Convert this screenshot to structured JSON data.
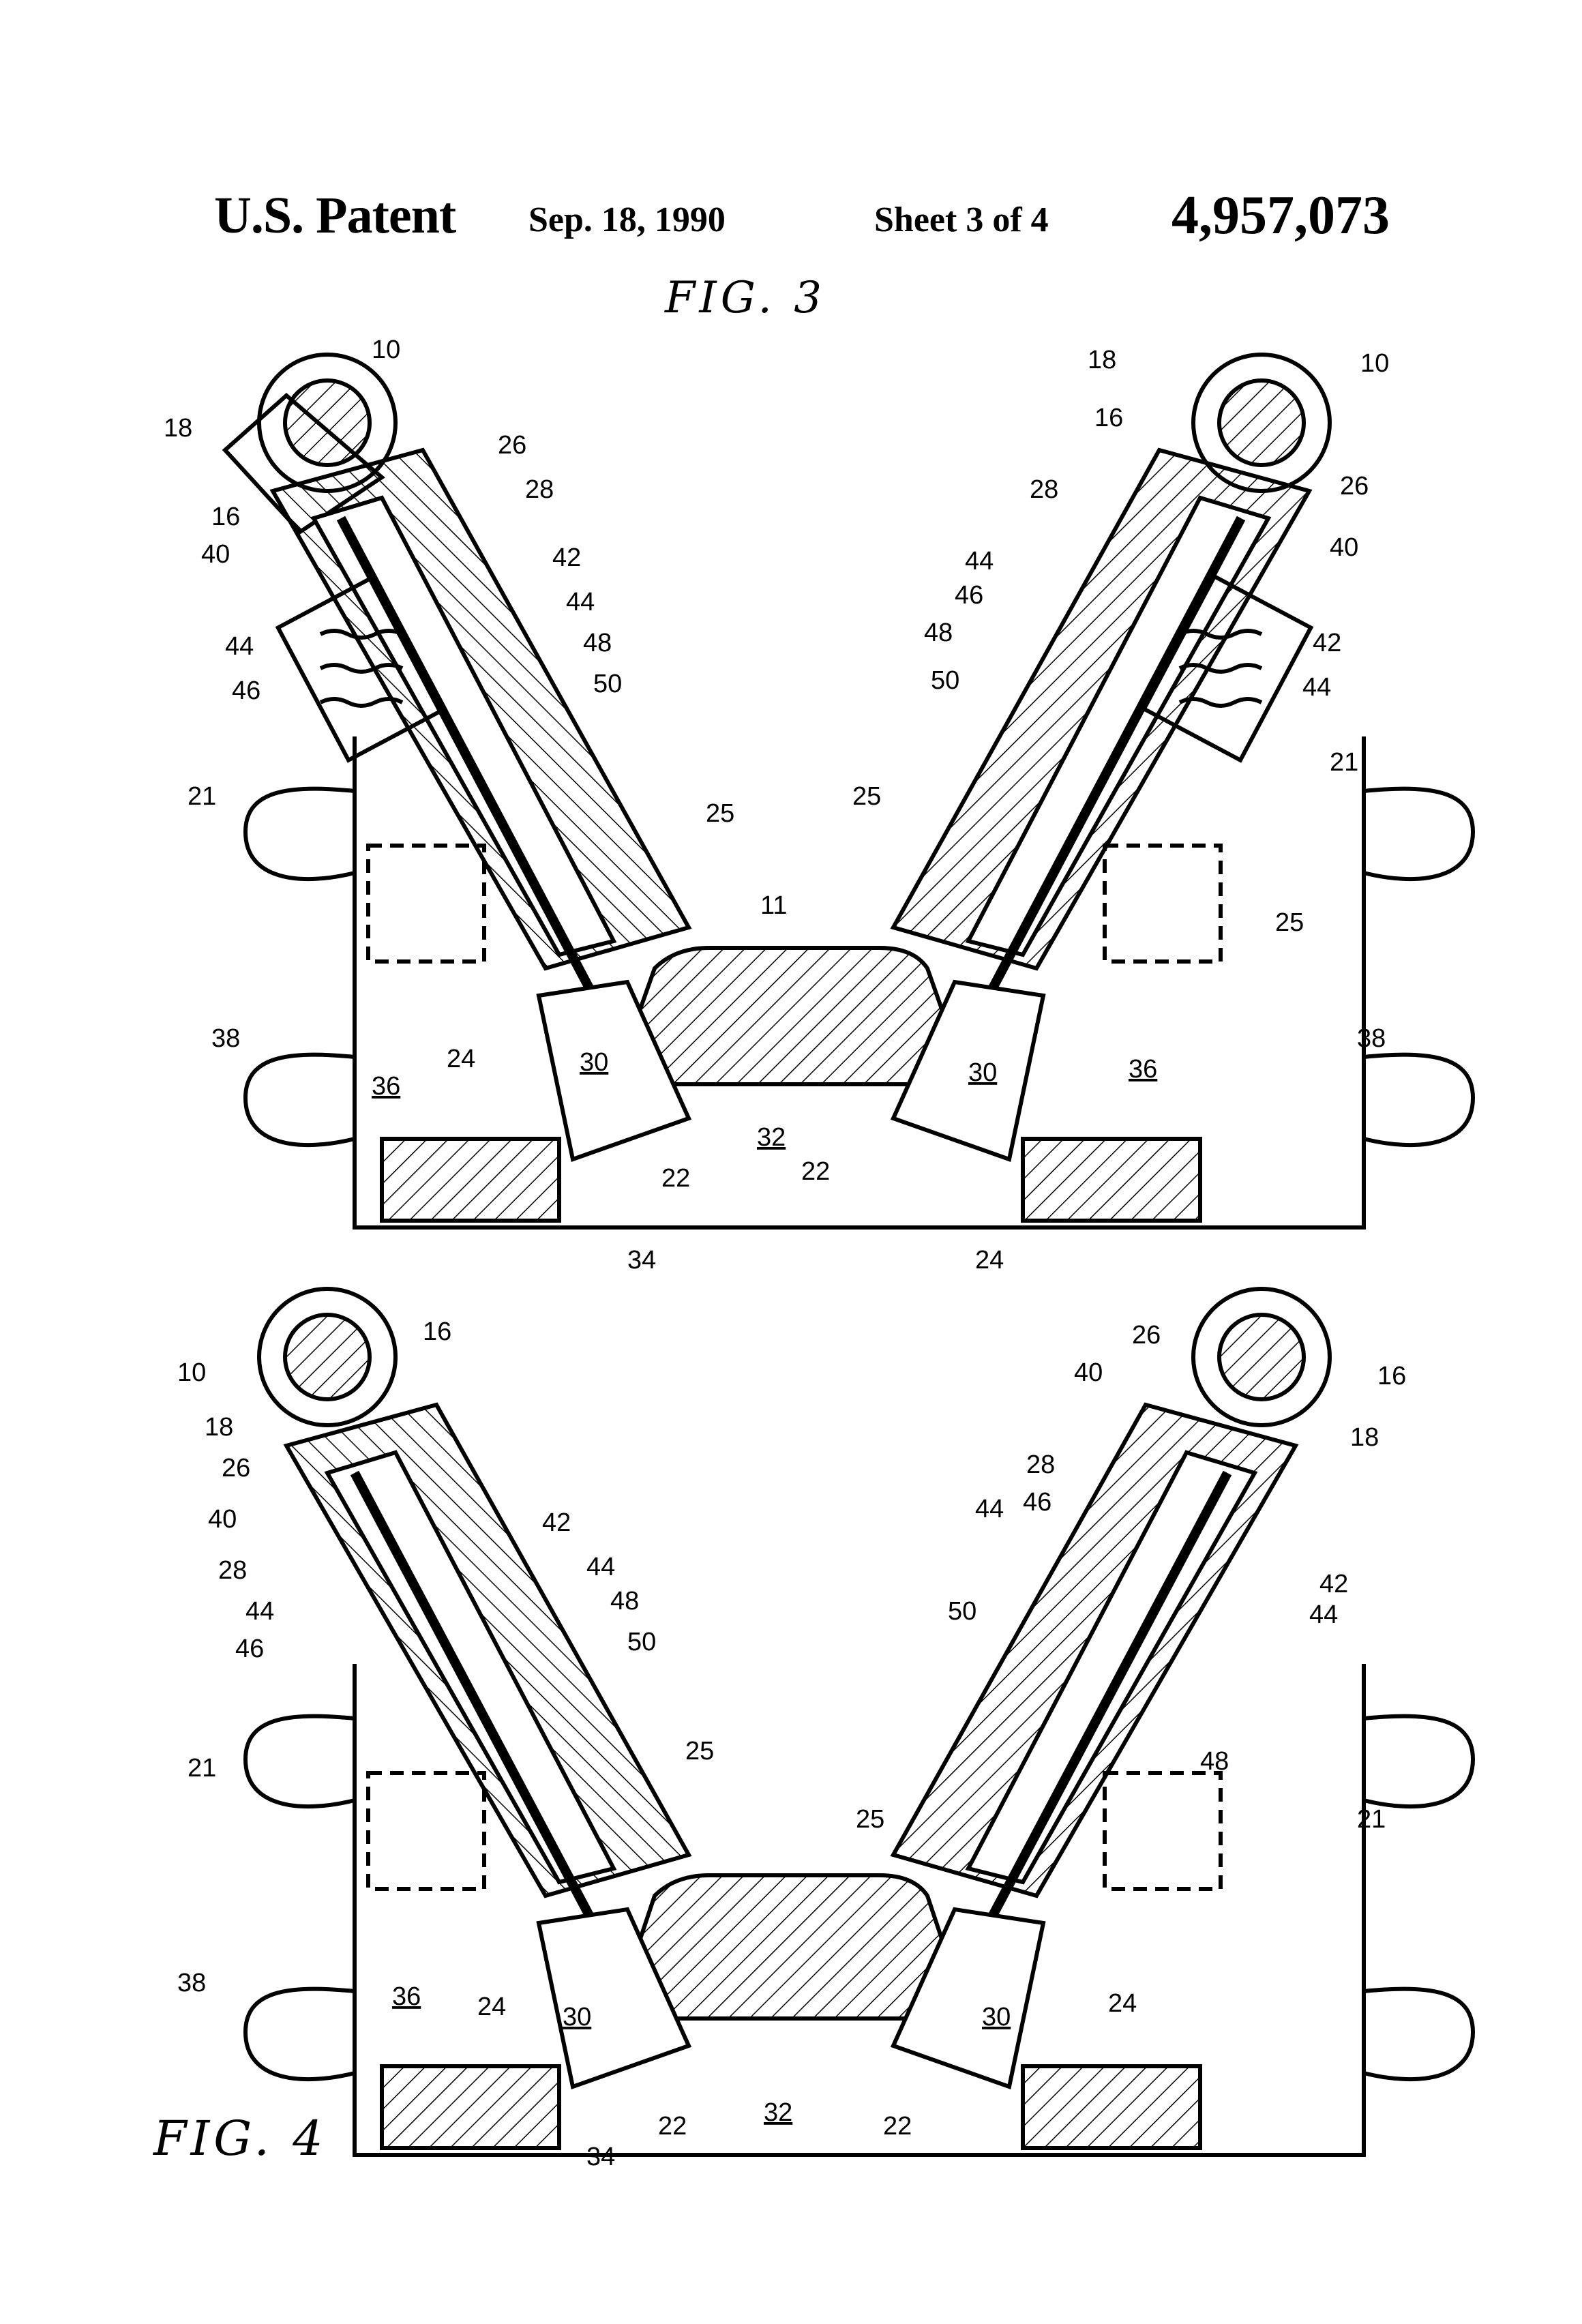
{
  "header": {
    "title": "U.S. Patent",
    "date": "Sep. 18, 1990",
    "sheet": "Sheet 3 of 4",
    "patent_number": "4,957,073"
  },
  "figures": {
    "fig3": {
      "caption": "FIG. 3",
      "labels": {
        "l10a": "10",
        "l18a": "18",
        "l16a": "16",
        "l26a": "26",
        "l28a": "28",
        "l40a": "40",
        "l42a": "42",
        "l44a": "44",
        "l44b": "44",
        "l46a": "46",
        "l48a": "48",
        "l50a": "50",
        "l21a": "21",
        "l25a": "25",
        "l38a": "38",
        "l24a": "24",
        "l30a": "30",
        "l36a": "36",
        "l22a": "22",
        "l10b": "10",
        "l18b": "18",
        "l16b": "16",
        "l26b": "26",
        "l28b": "28",
        "l40b": "40",
        "l42b": "42",
        "l44c": "44",
        "l44d": "44",
        "l46b": "46",
        "l48b": "48",
        "l50b": "50",
        "l21b": "21",
        "l25b": "25",
        "l25c": "25",
        "l38b": "38",
        "l24b": "24",
        "l30b": "30",
        "l36b": "36",
        "l22b": "22",
        "l11": "11",
        "l32": "32",
        "l34": "34"
      }
    },
    "fig4": {
      "caption": "FIG. 4",
      "labels": {
        "l10a": "10",
        "l16a": "16",
        "l18a": "18",
        "l26a": "26",
        "l40a": "40",
        "l28a": "28",
        "l42a": "42",
        "l44a": "44",
        "l44b": "44",
        "l46a": "46",
        "l48a": "48",
        "l50a": "50",
        "l21a": "21",
        "l25a": "25",
        "l38a": "38",
        "l36a": "36",
        "l24a": "24",
        "l30a": "30",
        "l22a": "22",
        "l26b": "26",
        "l40b": "40",
        "l16b": "16",
        "l18b": "18",
        "l28b": "28",
        "l44c": "44",
        "l46b": "46",
        "l42b": "42",
        "l44d": "44",
        "l50b": "50",
        "l48b": "48",
        "l21b": "21",
        "l25b": "25",
        "l24b": "24",
        "l30b": "30",
        "l22b": "22",
        "l32": "32",
        "l34": "34"
      }
    }
  }
}
